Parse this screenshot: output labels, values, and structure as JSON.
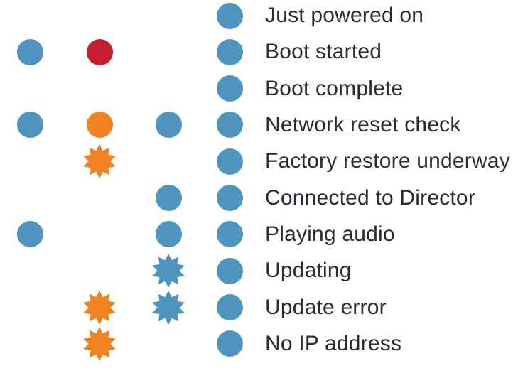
{
  "legend": {
    "colors": {
      "blue": "#4E94BE",
      "red": "#C41E2F",
      "orange": "#F28122",
      "label_text": "#2D2A33",
      "background": "#FFFFFF"
    },
    "column_count": 4,
    "indicator_shapes": [
      "dot",
      "burst"
    ],
    "rows": [
      {
        "label": "Just powered on",
        "indicators": [
          null,
          null,
          null,
          "blue-dot"
        ]
      },
      {
        "label": "Boot started",
        "indicators": [
          "blue-dot",
          "red-dot",
          null,
          "blue-dot"
        ]
      },
      {
        "label": "Boot complete",
        "indicators": [
          null,
          null,
          null,
          "blue-dot"
        ]
      },
      {
        "label": "Network reset check",
        "indicators": [
          "blue-dot",
          "orange-dot",
          "blue-dot",
          "blue-dot"
        ]
      },
      {
        "label": "Factory restore underway",
        "indicators": [
          null,
          "orange-burst",
          null,
          "blue-dot"
        ]
      },
      {
        "label": "Connected to Director",
        "indicators": [
          null,
          null,
          "blue-dot",
          "blue-dot"
        ]
      },
      {
        "label": "Playing audio",
        "indicators": [
          "blue-dot",
          null,
          "blue-dot",
          "blue-dot"
        ]
      },
      {
        "label": "Updating",
        "indicators": [
          null,
          null,
          "blue-burst",
          "blue-dot"
        ]
      },
      {
        "label": "Update error",
        "indicators": [
          null,
          "orange-burst",
          "blue-burst",
          "blue-dot"
        ]
      },
      {
        "label": "No IP address",
        "indicators": [
          null,
          "orange-burst",
          null,
          "blue-dot"
        ]
      }
    ]
  }
}
